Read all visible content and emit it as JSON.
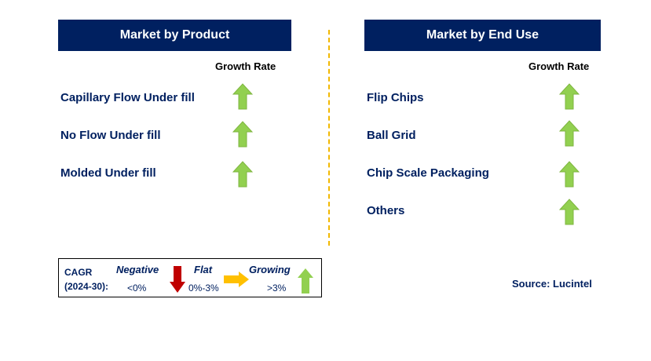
{
  "left_panel": {
    "title": "Market by Product",
    "growth_label": "Growth Rate",
    "items": [
      {
        "label": "Capillary Flow Under fill",
        "trend": "growing"
      },
      {
        "label": "No Flow Under fill",
        "trend": "growing"
      },
      {
        "label": "Molded Under fill",
        "trend": "growing"
      }
    ]
  },
  "right_panel": {
    "title": "Market by End Use",
    "growth_label": "Growth Rate",
    "items": [
      {
        "label": "Flip Chips",
        "trend": "growing"
      },
      {
        "label": "Ball Grid",
        "trend": "growing"
      },
      {
        "label": "Chip Scale Packaging",
        "trend": "growing"
      },
      {
        "label": "Others",
        "trend": "growing"
      }
    ]
  },
  "legend": {
    "cagr_line1": "CAGR",
    "cagr_line2": "(2024-30):",
    "negative": {
      "title": "Negative",
      "range": "<0%",
      "icon": "down-arrow-icon",
      "color": "#c00000"
    },
    "flat": {
      "title": "Flat",
      "range": "0%-3%",
      "icon": "right-arrow-icon",
      "color": "#ffc000"
    },
    "growing": {
      "title": "Growing",
      "range": ">3%",
      "icon": "up-arrow-icon",
      "color": "#92d050"
    }
  },
  "source": "Source: Lucintel",
  "colors": {
    "header_bg": "#002060",
    "divider": "#f2b800",
    "up_arrow": "#92d050"
  }
}
